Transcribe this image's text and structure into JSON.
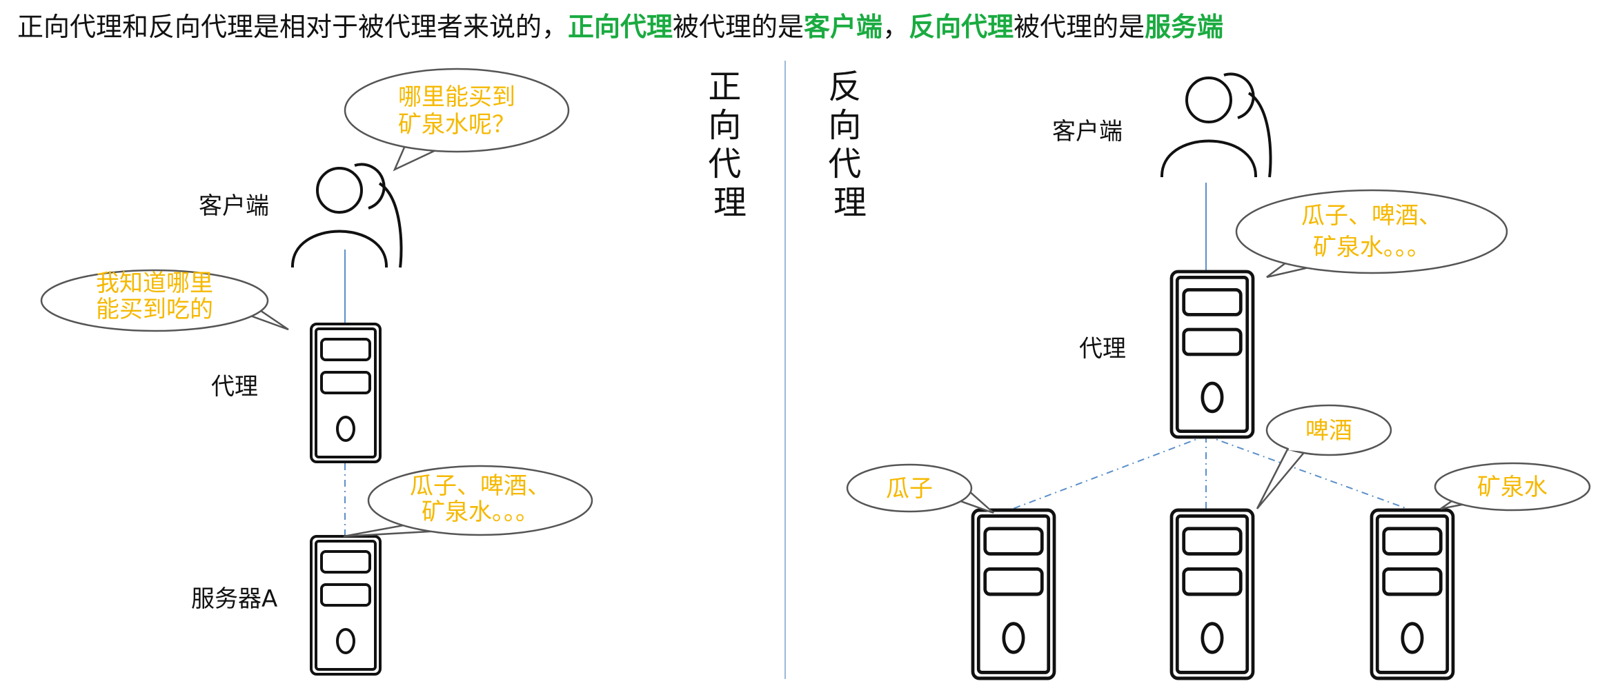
{
  "colors": {
    "highlight": "#1aab40",
    "speech": "#f5b800",
    "connector": "#5b8fc9"
  },
  "intro": {
    "p1": "正向代理和反向代理是相对于被代理者来说的，",
    "h1": "正向代理",
    "p2": "被代理的是",
    "h2": "客户端",
    "p3": "，",
    "h3": "反向代理",
    "p4": "被代理的是",
    "h4": "服务端"
  },
  "forward": {
    "title_chars": [
      "正",
      "向",
      "代",
      "理"
    ],
    "client_label": "客户端",
    "proxy_label": "代理",
    "server_label": "服务器A",
    "client_bubble": [
      "哪里能买到",
      "矿泉水呢？"
    ],
    "proxy_bubble": [
      "我知道哪里",
      "能买到吃的"
    ],
    "server_bubble": [
      "瓜子、啤酒、",
      "矿泉水。。。"
    ]
  },
  "reverse": {
    "title_chars": [
      "反",
      "向",
      "代",
      "理"
    ],
    "client_label": "客户端",
    "proxy_label": "代理",
    "proxy_bubble": [
      "瓜子、啤酒、",
      "矿泉水。。。"
    ],
    "server_bubbles": [
      "瓜子",
      "啤酒",
      "矿泉水"
    ]
  }
}
